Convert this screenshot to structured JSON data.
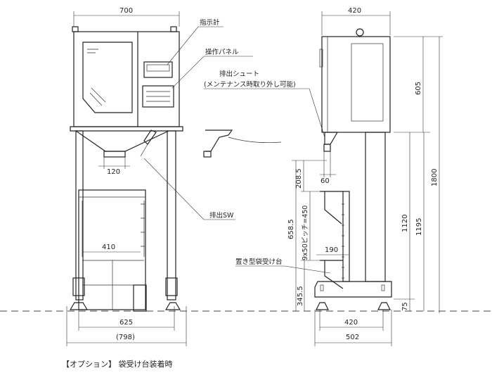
{
  "caption": "【オプション】 袋受け台装着時",
  "labels": {
    "indicator": "指示計",
    "control_panel": "操作パネル",
    "discharge_chute": "排出シュート",
    "chute_note": "(メンテナンス時取り外し可能)",
    "discharge_switch": "排出SW",
    "bag_stand": "置き型袋受け台"
  },
  "front_dims": {
    "width": "700",
    "chute": "120",
    "bag_width": "410",
    "leg_pitch": "625",
    "overall": "(798)"
  },
  "side_dims": {
    "width": "420",
    "chute_depth": "60",
    "upper_height": "605",
    "total_height": "1800",
    "h1120": "1120",
    "h1195": "1195",
    "foot": "75",
    "h208": "208.5",
    "h658": "658.5",
    "pitch": "9x50ピッチ=450",
    "h345": "345.5",
    "shelf": "190",
    "base_inner": "420",
    "base_outer": "502"
  }
}
